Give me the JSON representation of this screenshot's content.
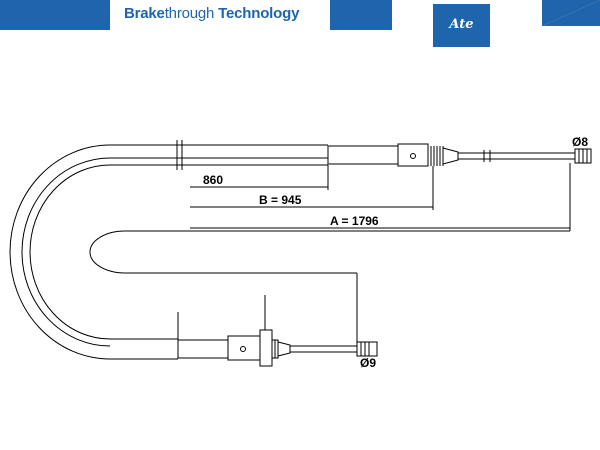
{
  "header": {
    "tagline_bold": "Brake",
    "tagline_rest": "through",
    "tagline_end": " Technology",
    "logo_text": "Ate",
    "brand_color": "#1f65ad"
  },
  "drawing": {
    "dim_860": "860",
    "dim_b": "B = 945",
    "dim_a": "A = 1796",
    "end_top_label": "Ø8",
    "end_bottom_label": "Ø9",
    "line_color": "#000000"
  }
}
